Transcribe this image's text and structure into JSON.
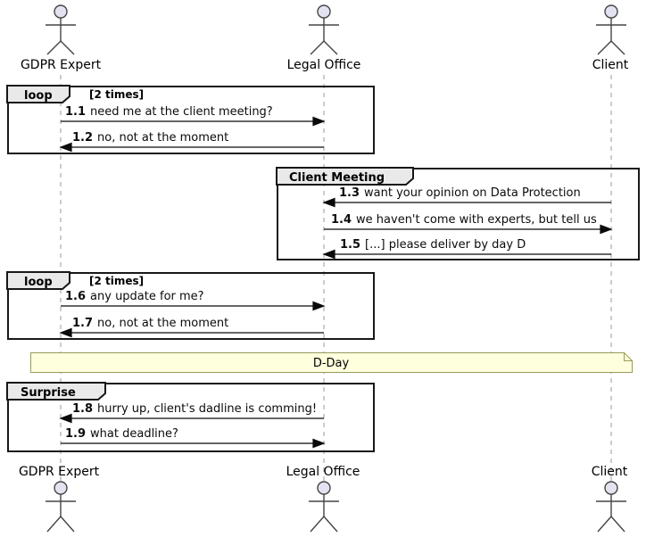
{
  "actors": [
    {
      "name": "GDPR Expert"
    },
    {
      "name": "Legal Office"
    },
    {
      "name": "Client"
    }
  ],
  "frames": [
    {
      "label": "loop",
      "condition": "[2 times]"
    },
    {
      "label": "Client Meeting"
    },
    {
      "label": "loop",
      "condition": "[2 times]"
    },
    {
      "label": "Surprise"
    }
  ],
  "note": {
    "text": "D-Day"
  },
  "messages": [
    {
      "num": "1.1",
      "text": "need me at the client meeting?",
      "from": "GDPR Expert",
      "to": "Legal Office"
    },
    {
      "num": "1.2",
      "text": "no, not at the moment",
      "from": "Legal Office",
      "to": "GDPR Expert"
    },
    {
      "num": "1.3",
      "text": "want your opinion on Data Protection",
      "from": "Client",
      "to": "Legal Office"
    },
    {
      "num": "1.4",
      "text": "we haven't come with experts, but tell us",
      "from": "Legal Office",
      "to": "Client"
    },
    {
      "num": "1.5",
      "text": "[...] please deliver by day D",
      "from": "Client",
      "to": "Legal Office"
    },
    {
      "num": "1.6",
      "text": "any update for me?",
      "from": "GDPR Expert",
      "to": "Legal Office"
    },
    {
      "num": "1.7",
      "text": "no, not at the moment",
      "from": "Legal Office",
      "to": "GDPR Expert"
    },
    {
      "num": "1.8",
      "text": "hurry up, client's dadline is comming!",
      "from": "Legal Office",
      "to": "GDPR Expert"
    },
    {
      "num": "1.9",
      "text": "what deadline?",
      "from": "GDPR Expert",
      "to": "Legal Office"
    }
  ],
  "colors": {
    "actor_head": "#E2E2F0",
    "frame_border": "#181818",
    "pentagon_fill": "#E9E9E9",
    "lifeline": "#999999",
    "note_fill": "#FEFFDD",
    "note_border": "#9A9A5E"
  }
}
